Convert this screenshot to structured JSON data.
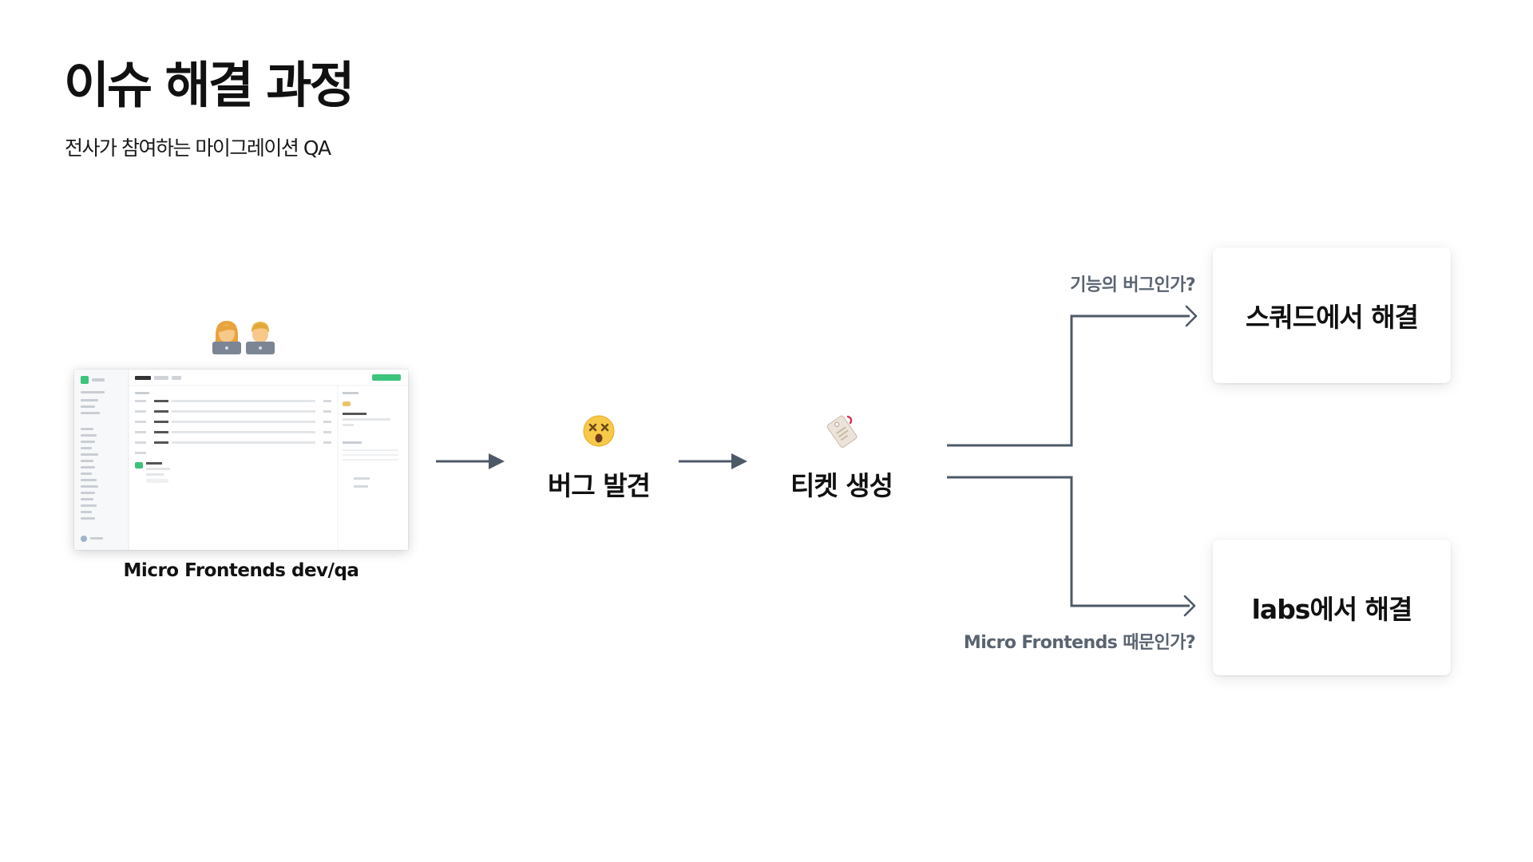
{
  "page": {
    "title": "이슈 해결 과정",
    "subtitle": "전사가 참여하는 마이그레이션 QA"
  },
  "flow": {
    "source": {
      "caption": "Micro Frontends dev/qa",
      "avatars": [
        "woman-technologist-icon",
        "man-technologist-icon"
      ]
    },
    "steps": [
      {
        "label": "버그 발견",
        "icon": "dizzy-face-icon"
      },
      {
        "label": "티켓 생성",
        "icon": "ticket-icon"
      }
    ],
    "branches": [
      {
        "question": "기능의 버그인가?",
        "result": "스쿼드에서 해결"
      },
      {
        "question": "Micro Frontends 때문인가?",
        "result": "labs에서 해결"
      }
    ]
  },
  "colors": {
    "arrow": "#4e5968",
    "question_text": "#5a6470",
    "accent_green": "#3cc47c"
  }
}
